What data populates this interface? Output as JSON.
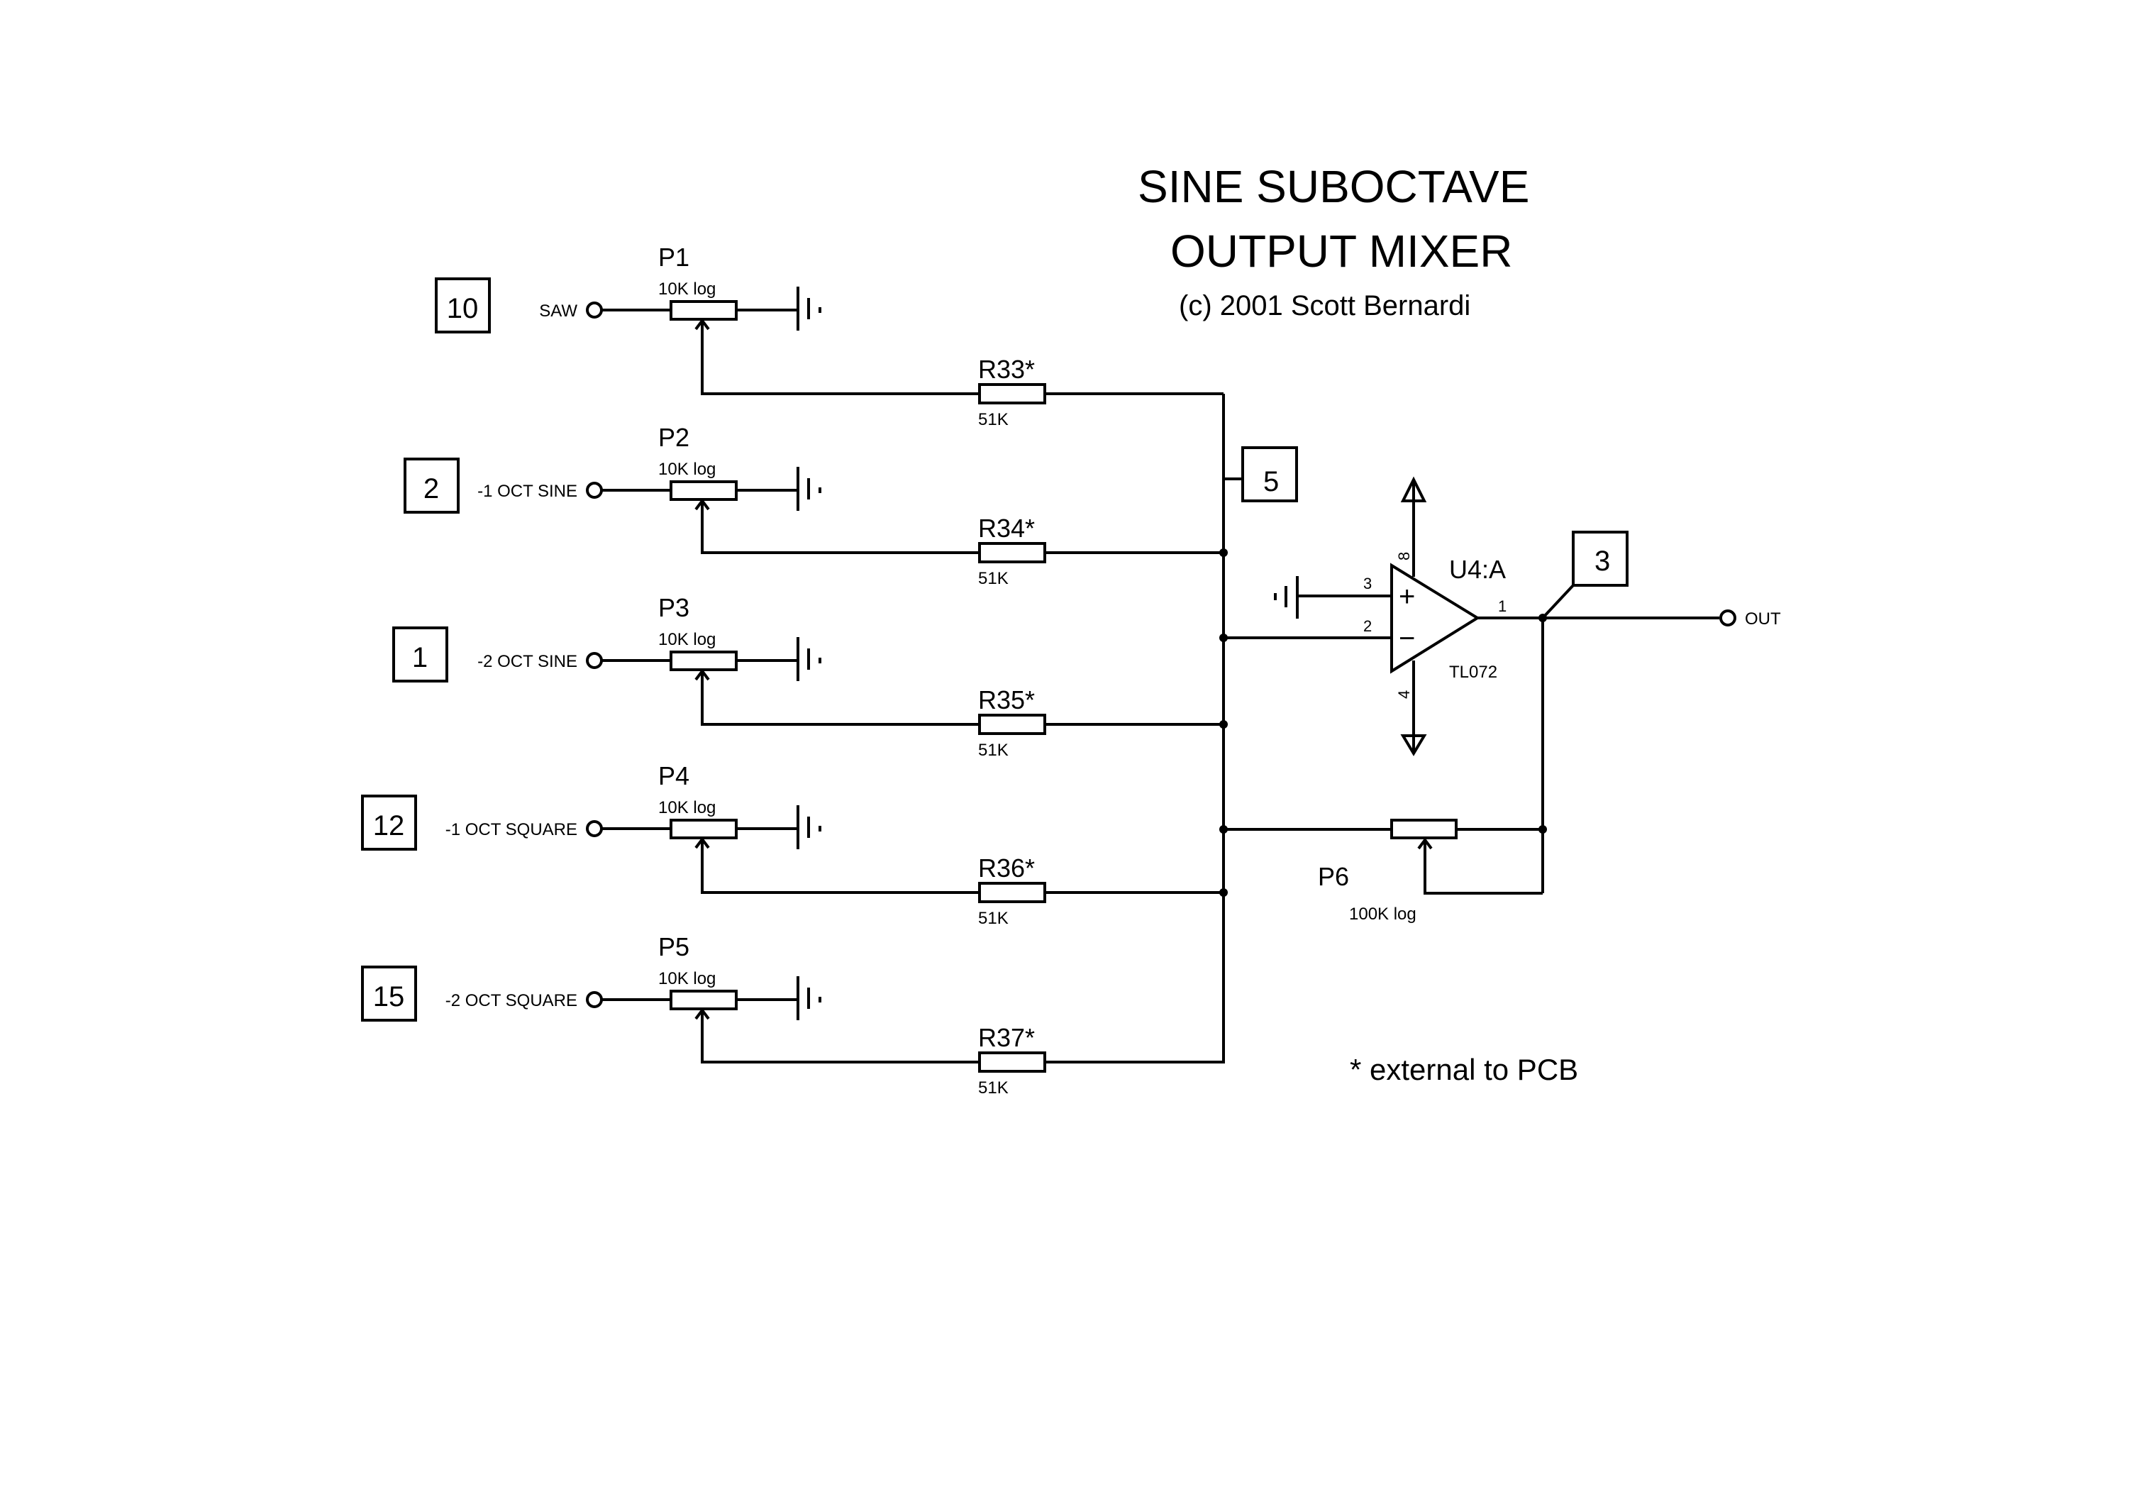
{
  "title": {
    "line1": "SINE SUBOCTAVE",
    "line2": "OUTPUT MIXER",
    "copyright": "(c) 2001 Scott Bernardi"
  },
  "channels": [
    {
      "connector": "10",
      "signal": "SAW",
      "pot": "P1",
      "pot_value": "10K log",
      "resistor": "R33*",
      "resistor_value": "51K"
    },
    {
      "connector": "2",
      "signal": "-1 OCT SINE",
      "pot": "P2",
      "pot_value": "10K log",
      "resistor": "R34*",
      "resistor_value": "51K"
    },
    {
      "connector": "1",
      "signal": "-2 OCT SINE",
      "pot": "P3",
      "pot_value": "10K log",
      "resistor": "R35*",
      "resistor_value": "51K"
    },
    {
      "connector": "12",
      "signal": "-1 OCT SQUARE",
      "pot": "P4",
      "pot_value": "10K log",
      "resistor": "R36*",
      "resistor_value": "51K"
    },
    {
      "connector": "15",
      "signal": "-2 OCT SQUARE",
      "pot": "P5",
      "pot_value": "10K log",
      "resistor": "R37*",
      "resistor_value": "51K"
    }
  ],
  "summing_connector": "5",
  "opamp": {
    "ref": "U4:A",
    "part": "TL072",
    "pin_noninv": "3",
    "pin_inv": "2",
    "pin_out": "1",
    "pin_vpos": "8",
    "pin_vneg": "4",
    "plus_symbol": "+",
    "minus_symbol": "−"
  },
  "output_connector": "3",
  "output_label": "OUT",
  "feedback_pot": {
    "ref": "P6",
    "value": "100K log"
  },
  "note": "* external to PCB"
}
